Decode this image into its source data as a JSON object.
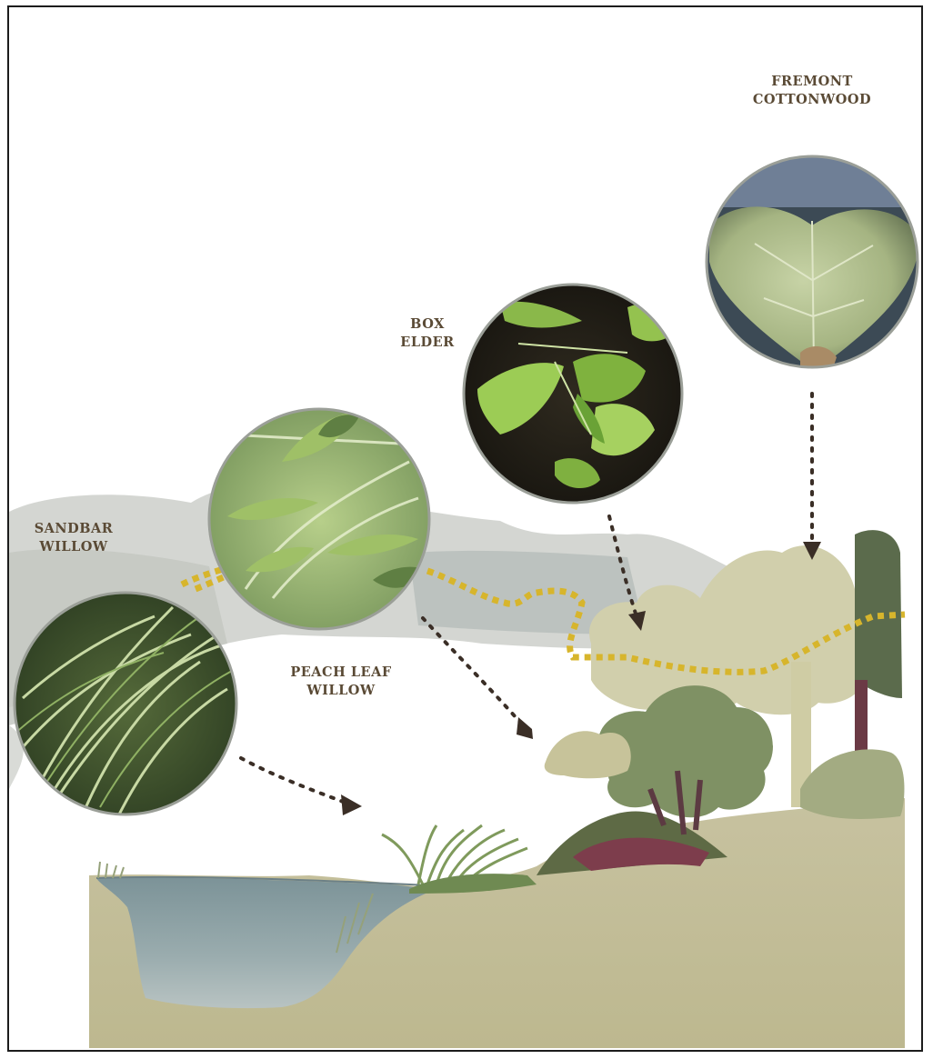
{
  "labels": {
    "fremont_cottonwood": "FREMONT\nCOTTONWOOD",
    "box_elder": "BOX\nELDER",
    "sandbar_willow": "SANDBAR\nWILLOW",
    "peach_leaf_willow": "PEACH LEAF\nWILLOW"
  },
  "colors": {
    "frame": "#1c1c1c",
    "label_text": "#5a4a35",
    "water_table_dots": "#d7b52c",
    "arrow": "#3a2e26",
    "bank_soil": "#c0bb93",
    "water": "#8fa3a8"
  },
  "icons": [
    "sandbar-willow-photo",
    "peach-leaf-willow-photo",
    "box-elder-photo",
    "fremont-cottonwood-photo"
  ]
}
